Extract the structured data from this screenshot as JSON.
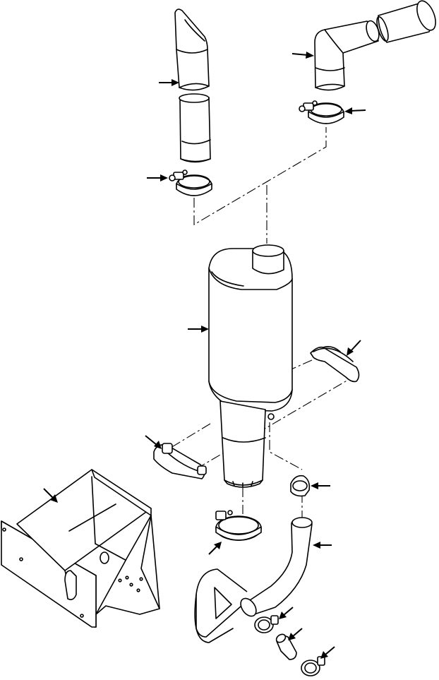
{
  "figure": {
    "labels": [],
    "callouts": [
      "tailpipe-arrow",
      "elbow-pipe-arrow",
      "upper-clamp-right-arrow",
      "upper-clamp-left-arrow",
      "muffler-arrow",
      "muffler-strap-right-arrow",
      "muffler-strap-left-arrow",
      "mounting-bracket-arrow",
      "inlet-pipe-clamp-arrow",
      "small-clamp-arrow",
      "inlet-tube-arrow",
      "hose-clamp-upper-arrow",
      "coupler-arrow",
      "hose-clamp-lower-arrow"
    ],
    "line_color": "#000000",
    "background": "#ffffff"
  }
}
